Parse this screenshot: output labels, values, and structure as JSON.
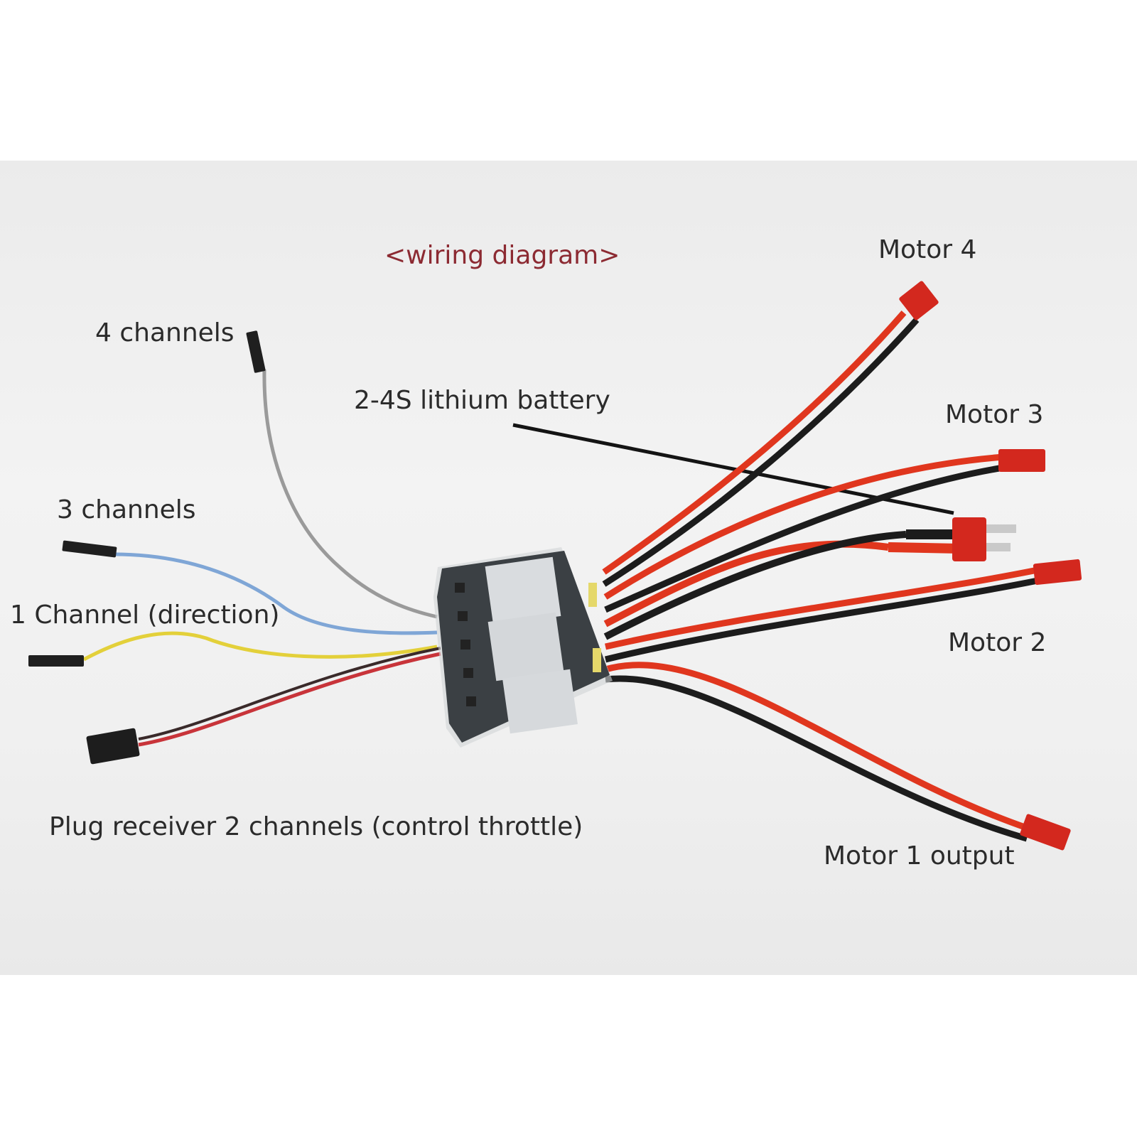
{
  "title": "<wiring diagram>",
  "labels": {
    "channel_4": "4 channels",
    "channel_3": "3 channels",
    "channel_1": "1 Channel (direction)",
    "receiver": "Plug receiver 2 channels (control throttle)",
    "battery": "2-4S lithium battery",
    "motor_4": "Motor 4",
    "motor_3": "Motor 3",
    "motor_2": "Motor 2",
    "motor_1": "Motor 1 output"
  },
  "colors": {
    "title": "#8c2a32",
    "label": "#2b2b2b",
    "wire_red": "#e0361e",
    "wire_black": "#1c1c1c",
    "wire_grey": "#9a9a9a",
    "wire_blue": "#7fa6d6",
    "wire_yellow": "#e3d03a",
    "connector_red": "#d3281e"
  }
}
